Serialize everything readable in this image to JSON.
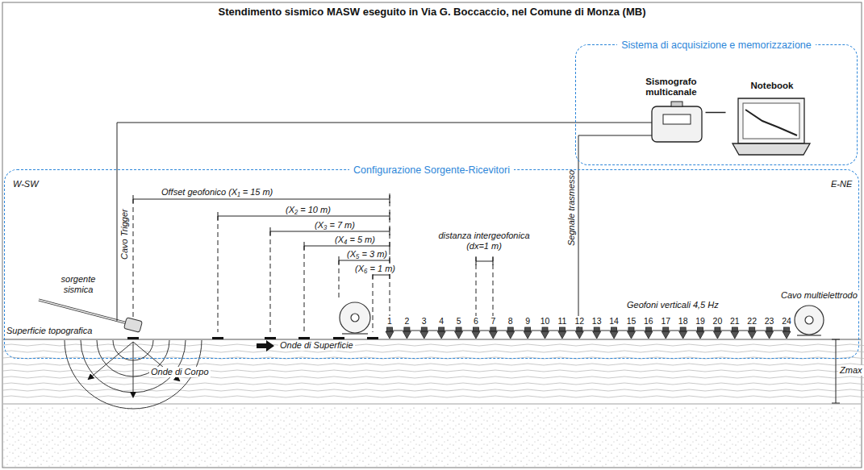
{
  "diagram": {
    "title": "Stendimento sismico MASW eseguito in Via G. Boccaccio, nel Comune di Monza (MB)",
    "nodes": [
      {
        "text": [
          "Sistema di acquisizione e memorizzazione"
        ]
      },
      {
        "text": [
          "Sismografo multicanale"
        ],
        "in": 0
      },
      {
        "text": [
          "Notebook"
        ],
        "in": 0
      },
      {
        "text": [
          "Configurazione Sorgente-Ricevitori"
        ]
      }
    ],
    "edges": [
      {
        "from": 1,
        "to": 2,
        "arrow": "none"
      }
    ],
    "labels": [
      "W-SW",
      "E-NE",
      "Cavo Trigger",
      "Offset geofonico (X₁ = 15 m)",
      "(X₂ = 10 m)",
      "(X₃ = 7 m)",
      "(X₄ = 5 m)",
      "(X₅ = 3 m)",
      "(X₆ = 1 m)",
      "distanza intergeofonica (dx=1 m)",
      "Segnale trasmesso",
      "sorgente sismica",
      "1",
      "2",
      "3",
      "4",
      "5",
      "6",
      "7",
      "8",
      "9",
      "10",
      "11",
      "12",
      "13",
      "14",
      "15",
      "16",
      "17",
      "18",
      "19",
      "20",
      "21",
      "22",
      "23",
      "24",
      "Geofoni verticali 4,5 Hz",
      "Cavo multielettrodo",
      "Superficie topografica",
      "Onde di Superficie",
      "Onde di Corpo",
      "Zmax"
    ]
  }
}
